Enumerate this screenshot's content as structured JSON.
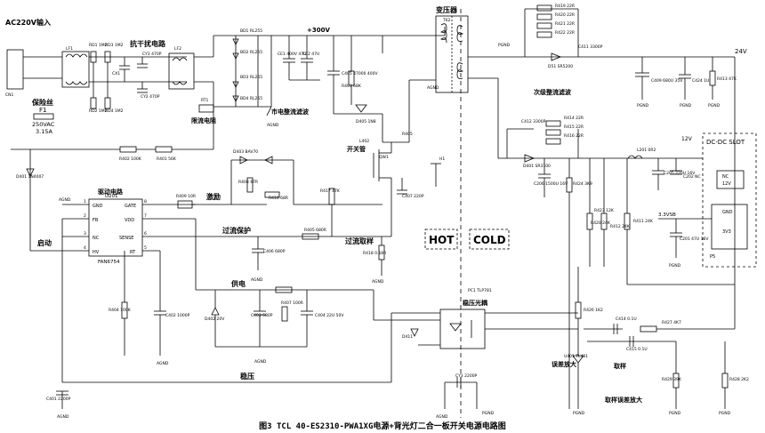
{
  "caption": "图3 TCL 40-ES2310-PWA1XG电源+背光灯二合一板开关电源电路图",
  "section_labels": {
    "ac_input": "AC220V输入",
    "fuse_title": "保险丝",
    "anti_interference": "抗干扰电路",
    "inrush_limit": "限流电阻",
    "mains_rectify": "市电整流滤波",
    "transformer": "变压器",
    "secondary_rectify": "次级整流滤波",
    "switch_tube": "开关管",
    "drive_circuit": "驱动电路",
    "excitation": "激励",
    "startup": "启动",
    "over_current_protect": "过流保护",
    "over_current_sample": "过流取样",
    "power_supply": "供电",
    "voltage_stabilize": "稳压",
    "optocoupler": "稳压光耦",
    "error_amp": "误差放大",
    "sampling": "取样",
    "sample_error_amp": "取样误差放大",
    "hot": "HOT",
    "cold": "COLD",
    "dcdc_slot": "DC-DC SLOT"
  },
  "voltages": {
    "v300": "+300V",
    "v24": "24V",
    "v12": "12V",
    "v3v3": "3.3VSB"
  },
  "fuse": {
    "ref": "F1",
    "rating": "250VAC",
    "current": "3.15A"
  },
  "ic": {
    "ref": "U201",
    "part": "FAN6754",
    "pins_left": [
      "GND",
      "FB",
      "NC",
      "HV"
    ],
    "pins_right": [
      "GATE",
      "VDD",
      "SENSE",
      "RT"
    ],
    "nums_left": [
      "1",
      "2",
      "3",
      "4"
    ],
    "nums_right": [
      "8",
      "7",
      "6",
      "5"
    ]
  },
  "components": [
    {
      "ref": "CN1"
    },
    {
      "ref": "LF1"
    },
    {
      "ref": "BD1 RL255"
    },
    {
      "ref": "BD2 RL255"
    },
    {
      "ref": "BD3 RL255"
    },
    {
      "ref": "BD4 RL255"
    },
    {
      "ref": "RD1 1M2"
    },
    {
      "ref": "RD3 1M2"
    },
    {
      "ref": "RD2 1M2"
    },
    {
      "ref": "RD4 1M2"
    },
    {
      "ref": "CX1"
    },
    {
      "ref": "CY3 470P"
    },
    {
      "ref": "CY2 470P"
    },
    {
      "ref": "LF2"
    },
    {
      "ref": "RT1"
    },
    {
      "ref": "CE1 400V 47U"
    },
    {
      "ref": "CE2 47U"
    },
    {
      "ref": "C405 47000 400V"
    },
    {
      "ref": "R403 68K"
    },
    {
      "ref": "D405 1N8"
    },
    {
      "ref": "T62"
    },
    {
      "ref": "D51 SR5200"
    },
    {
      "ref": "C409 680U 35V"
    },
    {
      "ref": "C424 1U"
    },
    {
      "ref": "R413 47K"
    },
    {
      "ref": "R419 22R"
    },
    {
      "ref": "R420 22R"
    },
    {
      "ref": "R421 22R"
    },
    {
      "ref": "R422 22R"
    },
    {
      "ref": "C411 3300P"
    },
    {
      "ref": "C412 3300P"
    },
    {
      "ref": "R414 22R"
    },
    {
      "ref": "R415 22R"
    },
    {
      "ref": "R416 22R"
    },
    {
      "ref": "D401 SR3100"
    },
    {
      "ref": "L201 0R2"
    },
    {
      "ref": "C205 220U 16V"
    },
    {
      "ref": "C202 NC"
    },
    {
      "ref": "C206 1500U 16V"
    },
    {
      "ref": "R424 3K9"
    },
    {
      "ref": "R423 12K"
    },
    {
      "ref": "R420 24K"
    },
    {
      "ref": "R412 24K"
    },
    {
      "ref": "R411 24K"
    },
    {
      "ref": "C201 47U 16V"
    },
    {
      "ref": "R402 100K"
    },
    {
      "ref": "R401 56K"
    },
    {
      "ref": "D401 1N4007"
    },
    {
      "ref": "D403 BAV70"
    },
    {
      "ref": "R408 47R"
    },
    {
      "ref": "R410 68R"
    },
    {
      "ref": "R409 10R"
    },
    {
      "ref": "L402"
    },
    {
      "ref": "QW1"
    },
    {
      "ref": "R417 47K"
    },
    {
      "ref": "C407 220P"
    },
    {
      "ref": "R405 680R"
    },
    {
      "ref": "C406 680P"
    },
    {
      "ref": "R418 0.18R"
    },
    {
      "ref": "R404 100K"
    },
    {
      "ref": "C402 1000P"
    },
    {
      "ref": "D402 20V"
    },
    {
      "ref": "C403 680P"
    },
    {
      "ref": "R407 100R"
    },
    {
      "ref": "C404 22U 50V"
    },
    {
      "ref": "C401 2200P"
    },
    {
      "ref": "PC1 TLP781"
    },
    {
      "ref": "D411"
    },
    {
      "ref": "R426 1K2"
    },
    {
      "ref": "C414 0.1U"
    },
    {
      "ref": "R427 4K7"
    },
    {
      "ref": "C415 0.1U"
    },
    {
      "ref": "U401 TL431"
    },
    {
      "ref": "R429 39K"
    },
    {
      "ref": "R428 2K2"
    },
    {
      "ref": "CY3 2200P"
    },
    {
      "ref": "R405"
    },
    {
      "ref": "H1"
    }
  ],
  "slot_pins": [
    "NC",
    "12V",
    "GND",
    "3V3",
    "P5"
  ],
  "grounds": {
    "agnd": "AGND",
    "pgnd": "PGND"
  }
}
